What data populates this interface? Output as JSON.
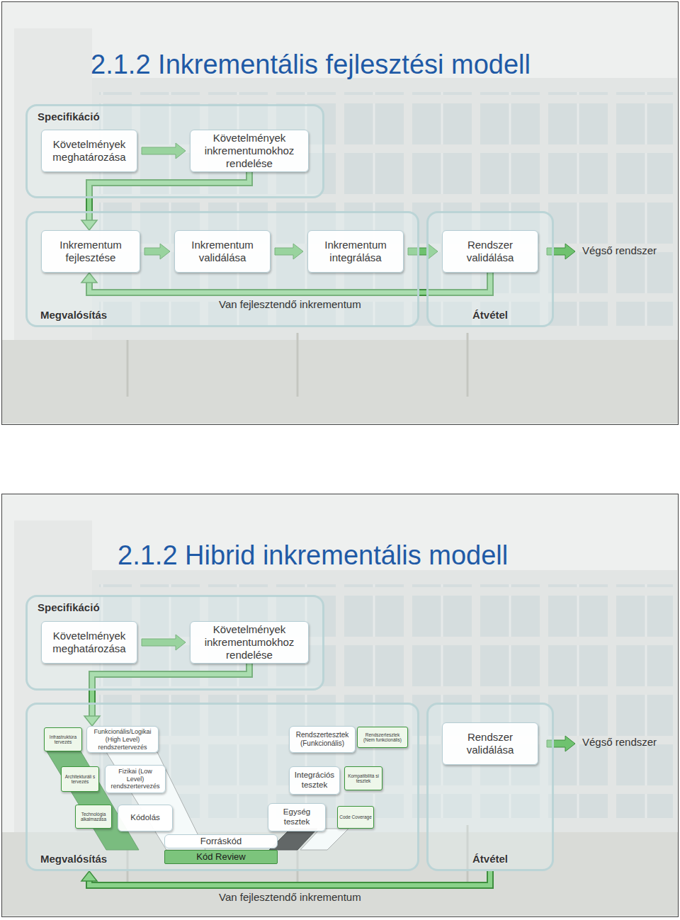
{
  "diagram": {
    "title": "2.1.2 Inkrementális fejlesztési modell",
    "nodes": [
      {
        "text": [
          "Specifikáció"
        ]
      },
      {
        "text": [
          "Követelmények meghatározása"
        ],
        "in": 0
      },
      {
        "text": [
          "Követelmények inkrementumokhoz rendelése"
        ],
        "in": 0
      },
      {
        "text": [
          "Megvalósítás"
        ]
      },
      {
        "text": [
          "Inkrementum fejlesztése"
        ],
        "in": 3
      },
      {
        "text": [
          "Inkrementum validálása"
        ],
        "in": 3
      },
      {
        "text": [
          "Inkrementum integrálása"
        ],
        "in": 3
      },
      {
        "text": [
          "Átvétel"
        ]
      },
      {
        "text": [
          "Rendszer validálása"
        ],
        "in": 7
      },
      {
        "text": [
          "Specifikáció"
        ]
      },
      {
        "text": [
          "Követelmények meghatározása"
        ],
        "in": 9
      },
      {
        "text": [
          "Követelmények inkrementumokhoz rendelése"
        ],
        "in": 9
      },
      {
        "text": [
          "Megvalósítás"
        ]
      },
      {
        "text": [
          "Infrastruktúra tervezés"
        ],
        "in": 12
      },
      {
        "text": [
          "Funkcionális/Logikai (High Level) rendszertervezés"
        ],
        "in": 12
      },
      {
        "text": [
          "Rendszertesztek (Funkcionális)"
        ],
        "in": 12
      },
      {
        "text": [
          "Rendszertesztek (Nem funkcionális)"
        ],
        "in": 12
      },
      {
        "text": [
          "Architekturáli s tervezés"
        ],
        "in": 12
      },
      {
        "text": [
          "Fizikai (Low Level) rendszertervezés"
        ],
        "in": 12
      },
      {
        "text": [
          "Integrációs tesztek"
        ],
        "in": 12
      },
      {
        "text": [
          "Kompatibilitá si tesztek"
        ],
        "in": 12
      },
      {
        "text": [
          "Technológia alkalmazása"
        ],
        "in": 12
      },
      {
        "text": [
          "Kódolás"
        ],
        "in": 12
      },
      {
        "text": [
          "Egység tesztek"
        ],
        "in": 12
      },
      {
        "text": [
          "Code Coverage"
        ],
        "in": 12
      },
      {
        "text": [
          "Forráskód"
        ],
        "in": 12
      },
      {
        "text": [
          "Kód Review"
        ],
        "in": 12
      },
      {
        "text": [
          "Átvétel"
        ]
      },
      {
        "text": [
          "Rendszer validálása"
        ],
        "in": 27
      }
    ],
    "edges": [
      {
        "from": 1,
        "to": 2,
        "arrow": "to"
      },
      {
        "from": 2,
        "to": 4,
        "arrow": "to"
      },
      {
        "from": 4,
        "to": 5,
        "arrow": "to"
      },
      {
        "from": 5,
        "to": 6,
        "arrow": "to"
      },
      {
        "from": 6,
        "to": 8,
        "arrow": "to"
      },
      {
        "from": 8,
        "to": 4,
        "arrow": "to",
        "label": "Van fejlesztendő inkrementum"
      },
      {
        "from": 10,
        "to": 11,
        "arrow": "to"
      },
      {
        "from": 11,
        "to": 14,
        "arrow": "to"
      },
      {
        "from": 27,
        "to": 12,
        "arrow": "to",
        "label": "Van fejlesztendő inkrementum"
      }
    ],
    "labels": [
      "Végső rendszer",
      "2.1.2 Hibrid inkrementális modell",
      "Végső rendszer"
    ]
  }
}
